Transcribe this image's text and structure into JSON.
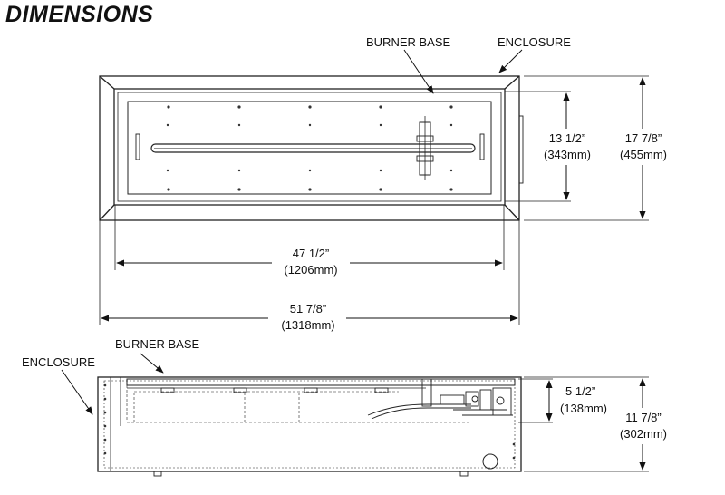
{
  "title": "DIMENSIONS",
  "top_view": {
    "labels": {
      "burner_base": "BURNER BASE",
      "enclosure": "ENCLOSURE"
    },
    "dims": {
      "burner_width": {
        "imperial": "47 1/2”",
        "metric": "(1206mm)"
      },
      "enclosure_width": {
        "imperial": "51 7/8”",
        "metric": "(1318mm)"
      },
      "burner_depth": {
        "imperial": "13 1/2”",
        "metric": "(343mm)"
      },
      "enclosure_depth": {
        "imperial": "17 7/8”",
        "metric": "(455mm)"
      }
    }
  },
  "side_view": {
    "labels": {
      "burner_base": "BURNER BASE",
      "enclosure": "ENCLOSURE"
    },
    "dims": {
      "burner_height": {
        "imperial": "5 1/2”",
        "metric": "(138mm)"
      },
      "enclosure_height": {
        "imperial": "11 7/8”",
        "metric": "(302mm)"
      }
    }
  }
}
